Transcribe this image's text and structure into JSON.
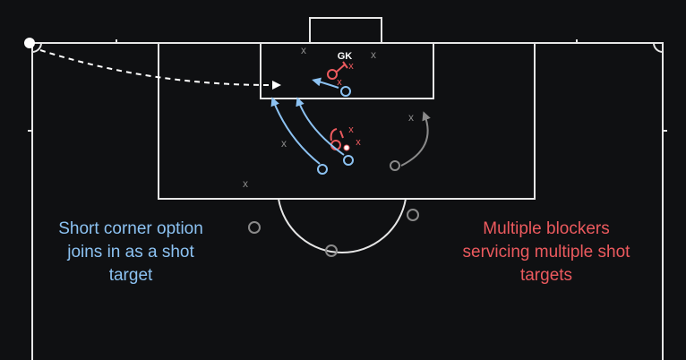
{
  "labels": {
    "goalkeeper": "GK",
    "short_corner_caption": "Short corner option\njoins in as a shot\ntarget",
    "blockers_caption": "Multiple blockers\nservicing multiple shot\ntargets"
  },
  "colors": {
    "background": "#0f1012",
    "pitch_lines": "#e6e6e6",
    "attacker": "#8cc2f2",
    "blocker": "#ec5a5e",
    "decoy": "#8a8a8a",
    "defender_marker": "#8a8a8a",
    "ball_path": "#ffffff"
  },
  "icons": {
    "ball": "ball-icon",
    "defender": "x-marker-icon",
    "attacker": "circle-marker-icon",
    "run": "curved-arrow-icon"
  }
}
